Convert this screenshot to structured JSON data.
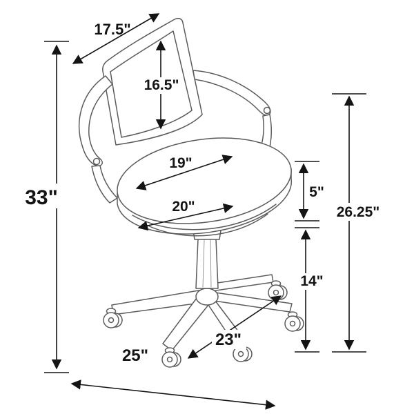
{
  "diagram": {
    "type": "product-dimension-diagram",
    "subject": "swivel-bankers-office-chair-with-casters",
    "background_color": "#ffffff",
    "line_color": "#5b5b5b",
    "dimension_color": "#141414",
    "dimensions": {
      "back_width": "17.5\"",
      "back_height": "16.5\"",
      "seat_depth": "19\"",
      "seat_width": "20\"",
      "overall_height": "33\"",
      "seat_thickness": "5\"",
      "arm_height": "26.25\"",
      "base_height": "14\"",
      "base_width": "23\"",
      "overall_depth": "25\""
    }
  }
}
